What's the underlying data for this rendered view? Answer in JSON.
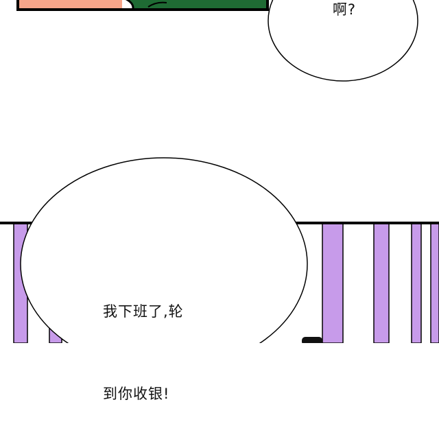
{
  "colors": {
    "skin": "#F7A58A",
    "green": "#1F6B34",
    "lavender": "#C79BEA",
    "outline": "#000000",
    "bubble_fill": "#FFFFFF"
  },
  "bubbles": {
    "top": {
      "text": "啊?"
    },
    "main": {
      "line1": "我下班了,轮",
      "line2": "到你收银!"
    }
  }
}
